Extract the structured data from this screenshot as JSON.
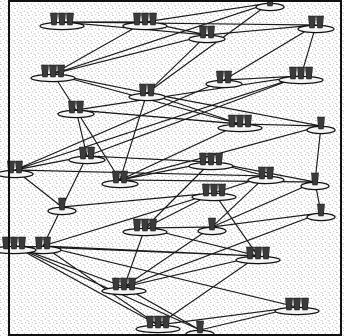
{
  "figure": {
    "description_visible_text": [],
    "style": {
      "line_color": "#1a1a1a",
      "stipple_color": "#8a8a8a",
      "node_fill": "#f4f4f4",
      "cup_color": "#3b3b3b",
      "background": "#ffffff"
    },
    "nodes": [
      {
        "id": "n01",
        "cups": 3
      },
      {
        "id": "n02",
        "cups": 3
      },
      {
        "id": "n03",
        "cups": 1
      },
      {
        "id": "n04",
        "cups": 2
      },
      {
        "id": "n05",
        "cups": 2
      },
      {
        "id": "n06",
        "cups": 3
      },
      {
        "id": "n07",
        "cups": 2
      },
      {
        "id": "n08",
        "cups": 2
      },
      {
        "id": "n09",
        "cups": 3
      },
      {
        "id": "n10",
        "cups": 2
      },
      {
        "id": "n11",
        "cups": 3
      },
      {
        "id": "n12",
        "cups": 1
      },
      {
        "id": "n13",
        "cups": 2
      },
      {
        "id": "n14",
        "cups": 2
      },
      {
        "id": "n15",
        "cups": 2
      },
      {
        "id": "n16",
        "cups": 3
      },
      {
        "id": "n17",
        "cups": 2
      },
      {
        "id": "n18",
        "cups": 1
      },
      {
        "id": "n19",
        "cups": 1
      },
      {
        "id": "n20",
        "cups": 3
      },
      {
        "id": "n21",
        "cups": 3
      },
      {
        "id": "n22",
        "cups": 1
      },
      {
        "id": "n23",
        "cups": 1
      },
      {
        "id": "n24",
        "cups": 2
      },
      {
        "id": "n25",
        "cups": 3
      },
      {
        "id": "n26",
        "cups": 3
      },
      {
        "id": "n27",
        "cups": 3
      },
      {
        "id": "n28",
        "cups": 3
      },
      {
        "id": "n29",
        "cups": 3
      },
      {
        "id": "n30",
        "cups": 1
      }
    ],
    "edges": [
      [
        "n01",
        "n02"
      ],
      [
        "n01",
        "n05"
      ],
      [
        "n01",
        "n04"
      ],
      [
        "n02",
        "n03"
      ],
      [
        "n02",
        "n06"
      ],
      [
        "n02",
        "n04"
      ],
      [
        "n03",
        "n06"
      ],
      [
        "n03",
        "n07"
      ],
      [
        "n04",
        "n05"
      ],
      [
        "n04",
        "n06"
      ],
      [
        "n04",
        "n07"
      ],
      [
        "n05",
        "n09"
      ],
      [
        "n05",
        "n08"
      ],
      [
        "n06",
        "n07"
      ],
      [
        "n06",
        "n10"
      ],
      [
        "n06",
        "n11"
      ],
      [
        "n07",
        "n11"
      ],
      [
        "n07",
        "n12"
      ],
      [
        "n07",
        "n15"
      ],
      [
        "n08",
        "n09"
      ],
      [
        "n08",
        "n13"
      ],
      [
        "n09",
        "n10"
      ],
      [
        "n09",
        "n13"
      ],
      [
        "n09",
        "n14"
      ],
      [
        "n10",
        "n11"
      ],
      [
        "n10",
        "n14"
      ],
      [
        "n10",
        "n15"
      ],
      [
        "n11",
        "n12"
      ],
      [
        "n11",
        "n15"
      ],
      [
        "n12",
        "n15"
      ],
      [
        "n12",
        "n18"
      ],
      [
        "n13",
        "n14"
      ],
      [
        "n13",
        "n17"
      ],
      [
        "n13",
        "n19"
      ],
      [
        "n14",
        "n16"
      ],
      [
        "n14",
        "n19"
      ],
      [
        "n15",
        "n16"
      ],
      [
        "n15",
        "n18"
      ],
      [
        "n16",
        "n17"
      ],
      [
        "n16",
        "n18"
      ],
      [
        "n16",
        "n21"
      ],
      [
        "n17",
        "n20"
      ],
      [
        "n17",
        "n22"
      ],
      [
        "n18",
        "n22"
      ],
      [
        "n18",
        "n23"
      ],
      [
        "n19",
        "n20"
      ],
      [
        "n19",
        "n24"
      ],
      [
        "n20",
        "n21"
      ],
      [
        "n20",
        "n24"
      ],
      [
        "n20",
        "n25"
      ],
      [
        "n21",
        "n22"
      ],
      [
        "n21",
        "n25"
      ],
      [
        "n21",
        "n26"
      ],
      [
        "n22",
        "n23"
      ],
      [
        "n22",
        "n26"
      ],
      [
        "n23",
        "n26"
      ],
      [
        "n24",
        "n27"
      ],
      [
        "n24",
        "n28"
      ],
      [
        "n25",
        "n26"
      ],
      [
        "n25",
        "n27"
      ],
      [
        "n25",
        "n29"
      ],
      [
        "n26",
        "n29"
      ],
      [
        "n27",
        "n28"
      ],
      [
        "n27",
        "n29"
      ],
      [
        "n28",
        "n30"
      ],
      [
        "n29",
        "n30"
      ],
      [
        "n26",
        "n30"
      ],
      [
        "n24",
        "n25"
      ],
      [
        "n21",
        "n16"
      ],
      [
        "n11",
        "n10"
      ]
    ]
  }
}
